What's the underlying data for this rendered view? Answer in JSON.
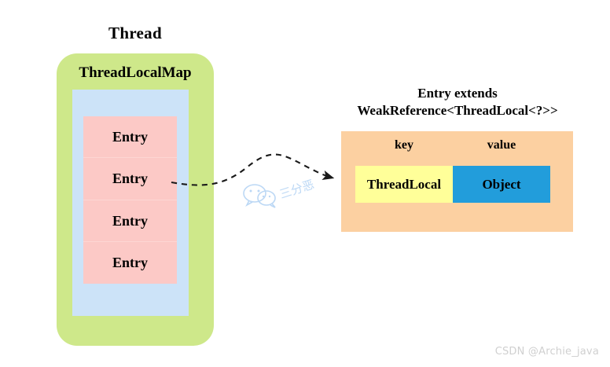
{
  "thread": {
    "title": "Thread",
    "map_title": "ThreadLocalMap",
    "entries": [
      {
        "label": "Entry"
      },
      {
        "label": "Entry"
      },
      {
        "label": "Entry"
      },
      {
        "label": "Entry"
      }
    ],
    "colors": {
      "thread_box": "#cee88a",
      "map_box": "#cce3f8",
      "entry_box": "#fcc9c6"
    }
  },
  "entry_detail": {
    "caption_line1": "Entry extends",
    "caption_line2": "WeakReference<ThreadLocal<?>>",
    "key_label": "key",
    "value_label": "value",
    "key_value": "ThreadLocal",
    "value_value": "Object",
    "colors": {
      "panel": "#fcd0a1",
      "key_box": "#ffff99",
      "value_box": "#229ddb"
    }
  },
  "connector": {
    "name": "dashed-curved-arrow",
    "style": "dashed",
    "color": "#1a1a1a"
  },
  "watermarks": {
    "wechat_text": "三分恶",
    "csdn": "CSDN @Archie_java",
    "wechat_color": "#bcd8f5",
    "csdn_color": "#d0d0d0"
  }
}
